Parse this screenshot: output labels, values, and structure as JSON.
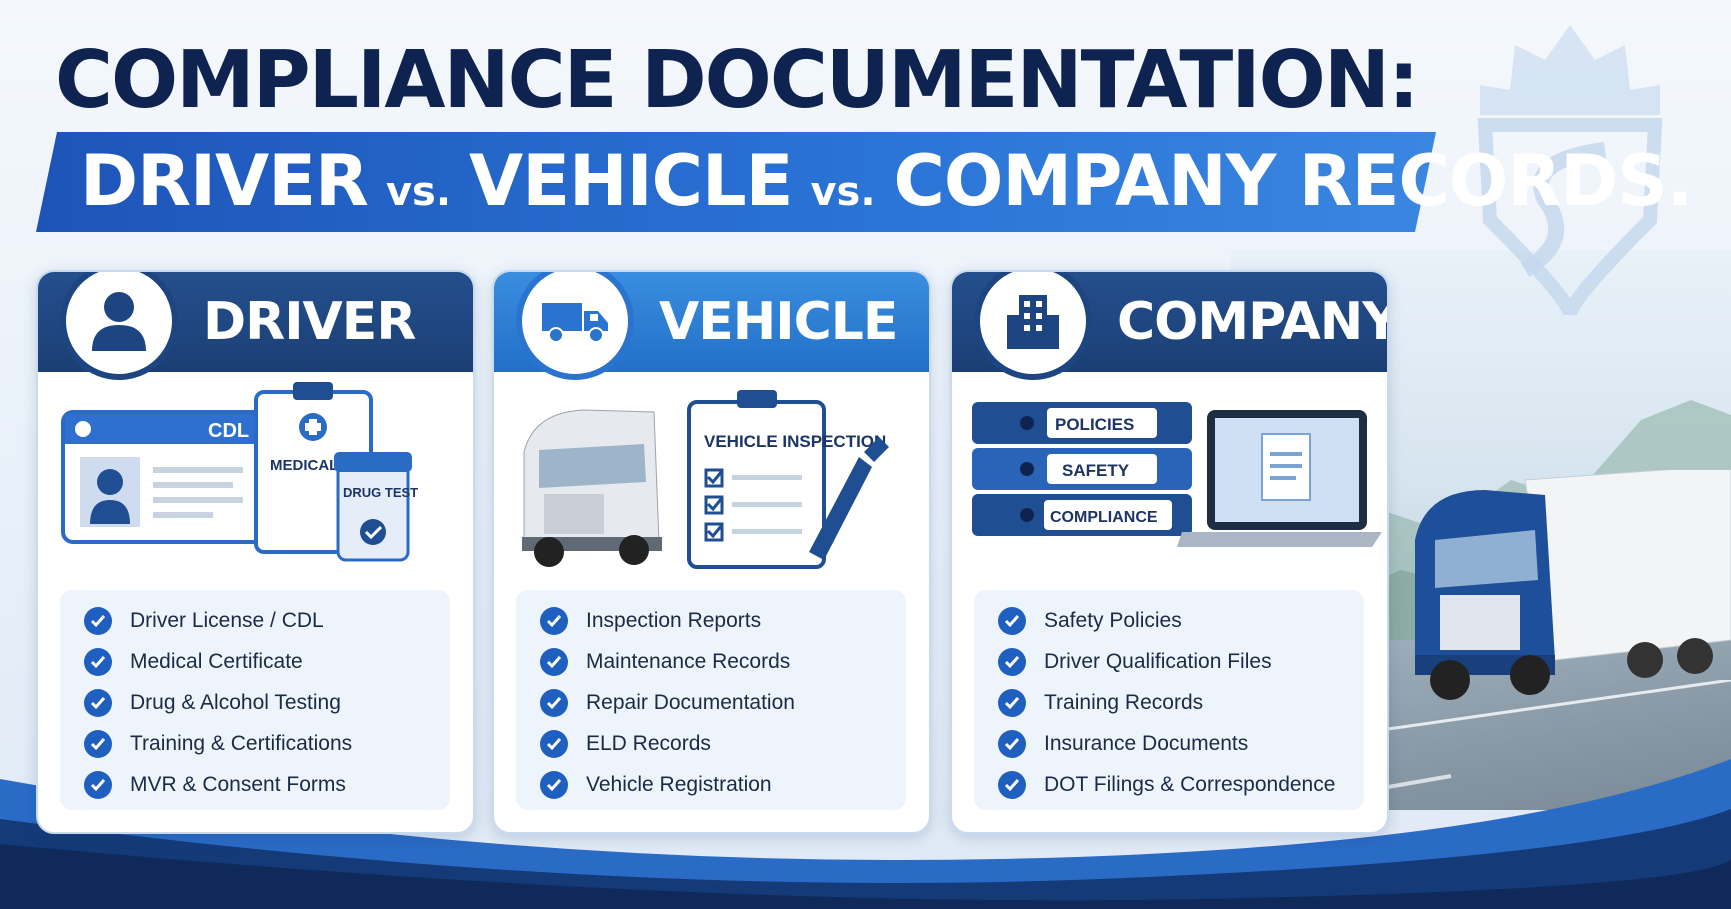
{
  "header": {
    "title": "COMPLIANCE DOCUMENTATION:",
    "subtitle_parts": [
      "DRIVER",
      "vs.",
      "VEHICLE",
      "vs.",
      "COMPANY RECORDS."
    ]
  },
  "colors": {
    "navy": "#0f2350",
    "accent_blue": "#2a74d6",
    "check_blue": "#1f5fbf"
  },
  "cards": [
    {
      "title": "DRIVER",
      "icon": "person-icon",
      "illustration_labels": {
        "license": "CDL",
        "clipboard": "MEDICAL EXAM",
        "cup": "DRUG TEST"
      },
      "items": [
        "Driver License / CDL",
        "Medical Certificate",
        "Drug & Alcohol Testing",
        "Training & Certifications",
        "MVR & Consent Forms"
      ]
    },
    {
      "title": "VEHICLE",
      "icon": "truck-icon",
      "illustration_labels": {
        "clipboard": "VEHICLE INSPECTION"
      },
      "items": [
        "Inspection Reports",
        "Maintenance Records",
        "Repair Documentation",
        "ELD Records",
        "Vehicle Registration"
      ]
    },
    {
      "title": "COMPANY",
      "icon": "building-icon",
      "illustration_labels": {
        "binder1": "POLICIES",
        "binder2": "SAFETY",
        "binder3": "COMPLIANCE"
      },
      "items": [
        "Safety Policies",
        "Driver Qualification Files",
        "Training Records",
        "Insurance Documents",
        "DOT Filings & Correspondence"
      ]
    }
  ]
}
